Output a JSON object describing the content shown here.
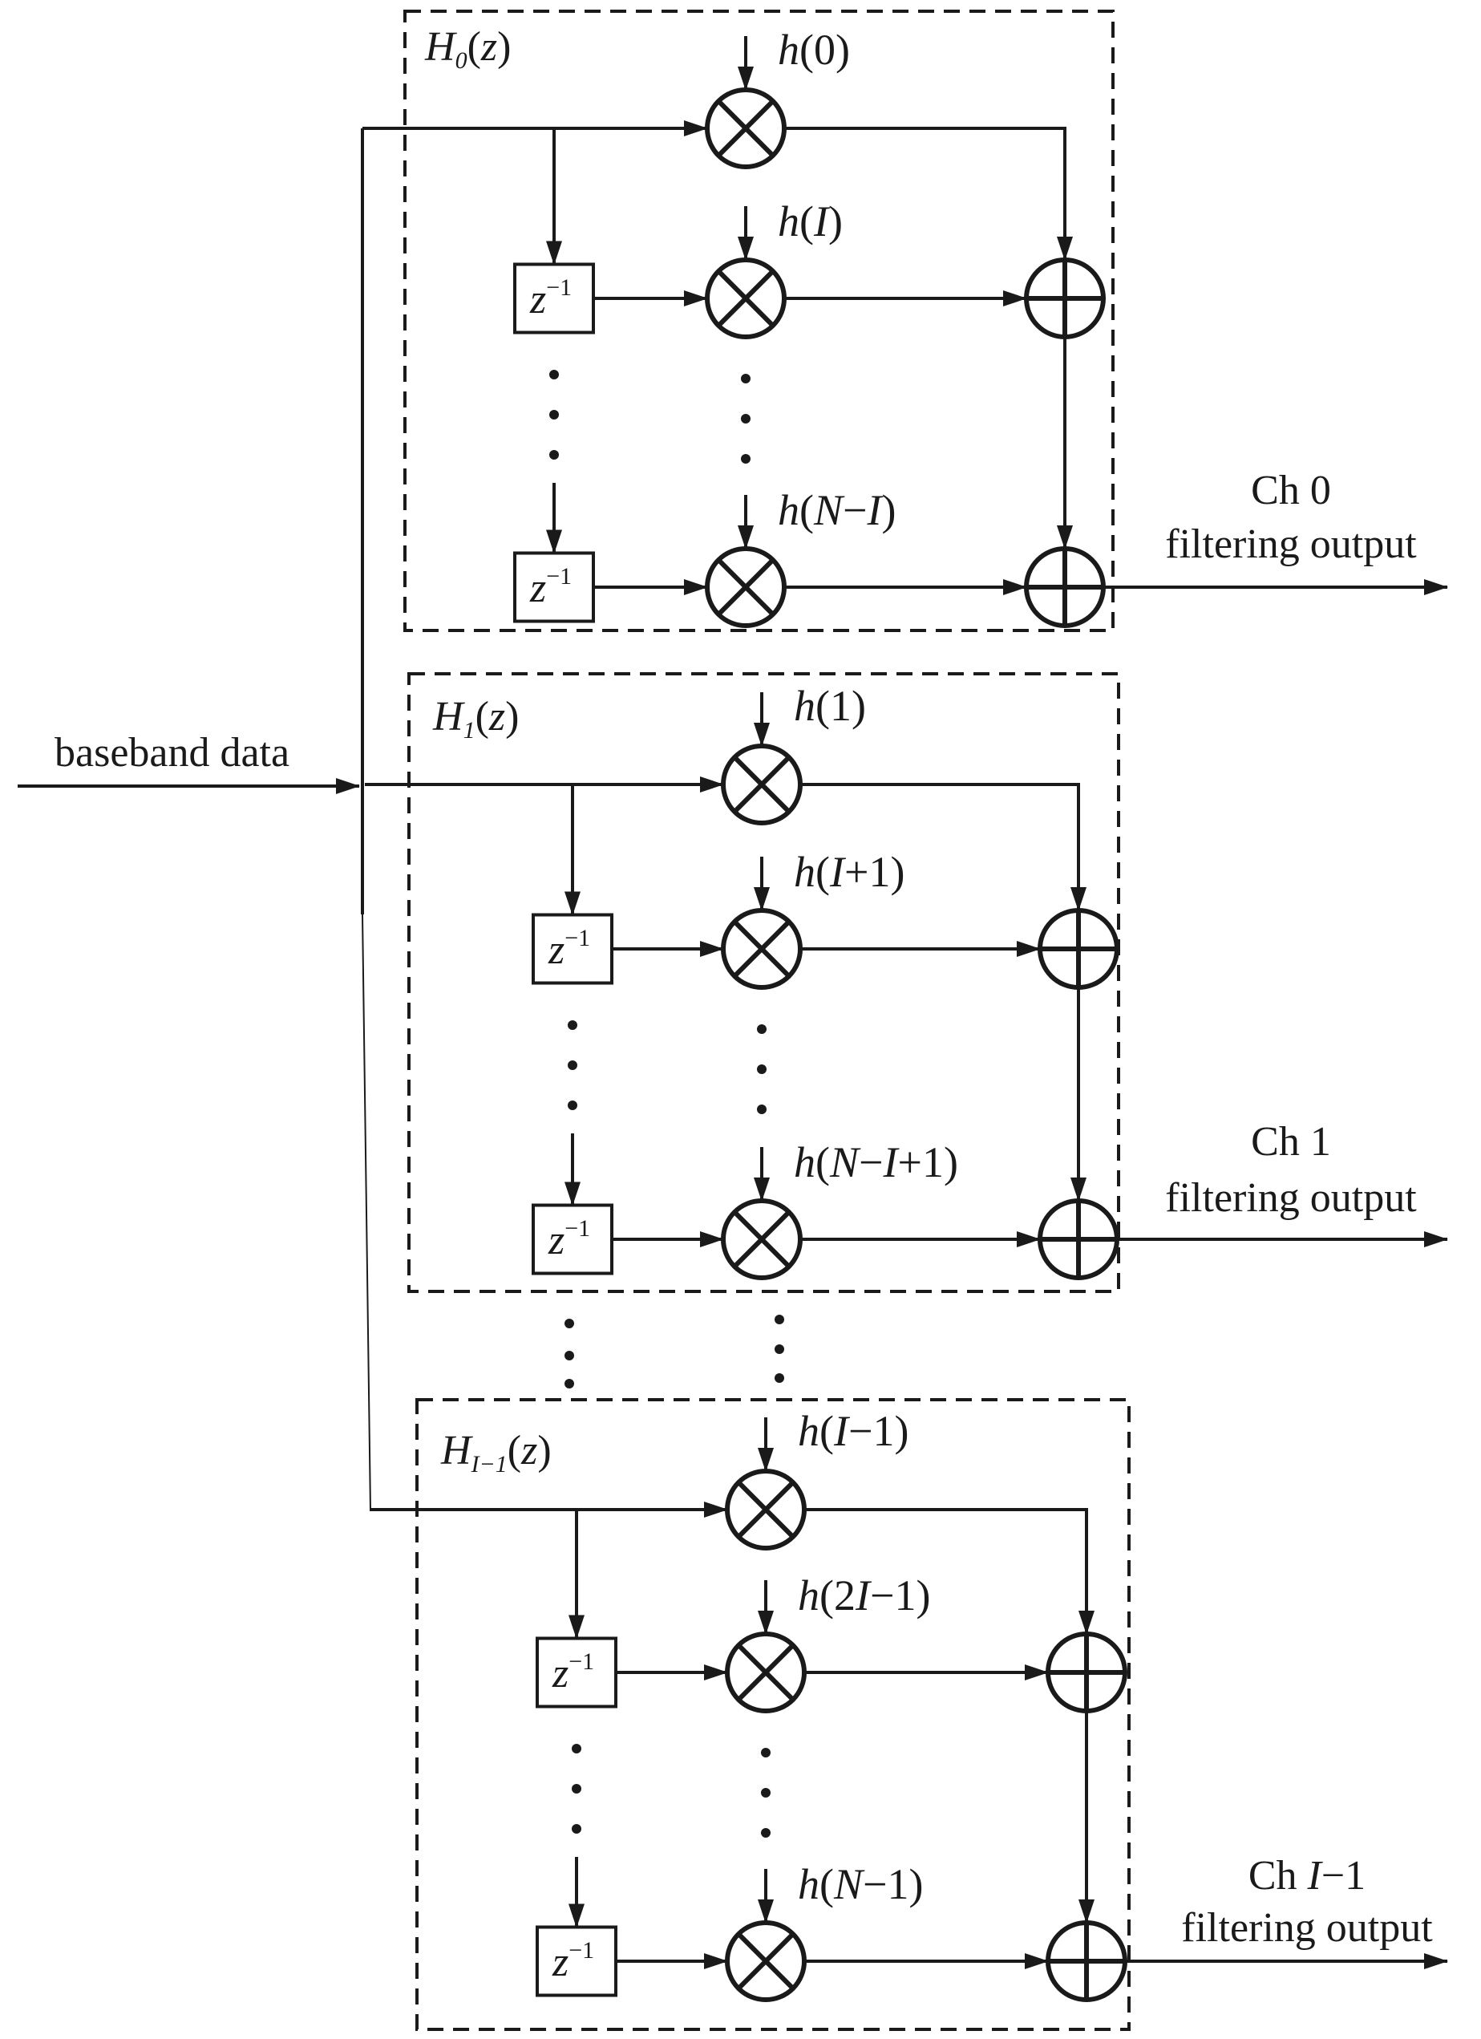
{
  "input": {
    "label": "baseband data"
  },
  "delay": {
    "base": "z",
    "sup": "−1"
  },
  "stages": [
    {
      "name": "H",
      "subscript": "0",
      "arg": "(z)",
      "coefficients": [
        {
          "f": "h",
          "arg": "(0)"
        },
        {
          "f": "h",
          "arg": "(I)"
        },
        {
          "f": "h",
          "arg": "(N−I)"
        }
      ],
      "output": {
        "line1": "Ch 0",
        "line2": "filtering output"
      }
    },
    {
      "name": "H",
      "subscript": "1",
      "arg": "(z)",
      "coefficients": [
        {
          "f": "h",
          "arg": "(1)"
        },
        {
          "f": "h",
          "arg": "(I+1)"
        },
        {
          "f": "h",
          "arg": "(N−I+1)"
        }
      ],
      "output": {
        "line1": "Ch 1",
        "line2": "filtering output"
      }
    },
    {
      "name": "H",
      "subscript": "I−1",
      "arg": "(z)",
      "coefficients": [
        {
          "f": "h",
          "arg": "(I−1)"
        },
        {
          "f": "h",
          "arg": "(2I−1)"
        },
        {
          "f": "h",
          "arg": "(N−1)"
        }
      ],
      "output": {
        "line1": "Ch I−1",
        "line2": "filtering output"
      }
    }
  ]
}
